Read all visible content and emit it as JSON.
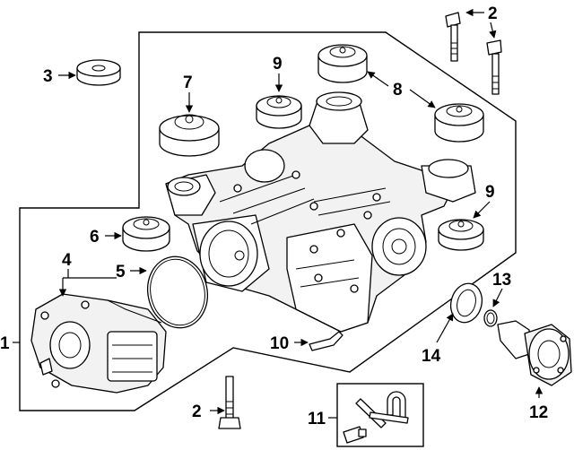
{
  "callouts": [
    {
      "id": "c1",
      "text": "1"
    },
    {
      "id": "c2a",
      "text": "2"
    },
    {
      "id": "c2b",
      "text": "2"
    },
    {
      "id": "c3",
      "text": "3"
    },
    {
      "id": "c4",
      "text": "4"
    },
    {
      "id": "c5",
      "text": "5"
    },
    {
      "id": "c6",
      "text": "6"
    },
    {
      "id": "c7",
      "text": "7"
    },
    {
      "id": "c8",
      "text": "8"
    },
    {
      "id": "c9a",
      "text": "9"
    },
    {
      "id": "c9b",
      "text": "9"
    },
    {
      "id": "c10",
      "text": "10"
    },
    {
      "id": "c11",
      "text": "11"
    },
    {
      "id": "c12",
      "text": "12"
    },
    {
      "id": "c13",
      "text": "13"
    },
    {
      "id": "c14",
      "text": "14"
    }
  ]
}
